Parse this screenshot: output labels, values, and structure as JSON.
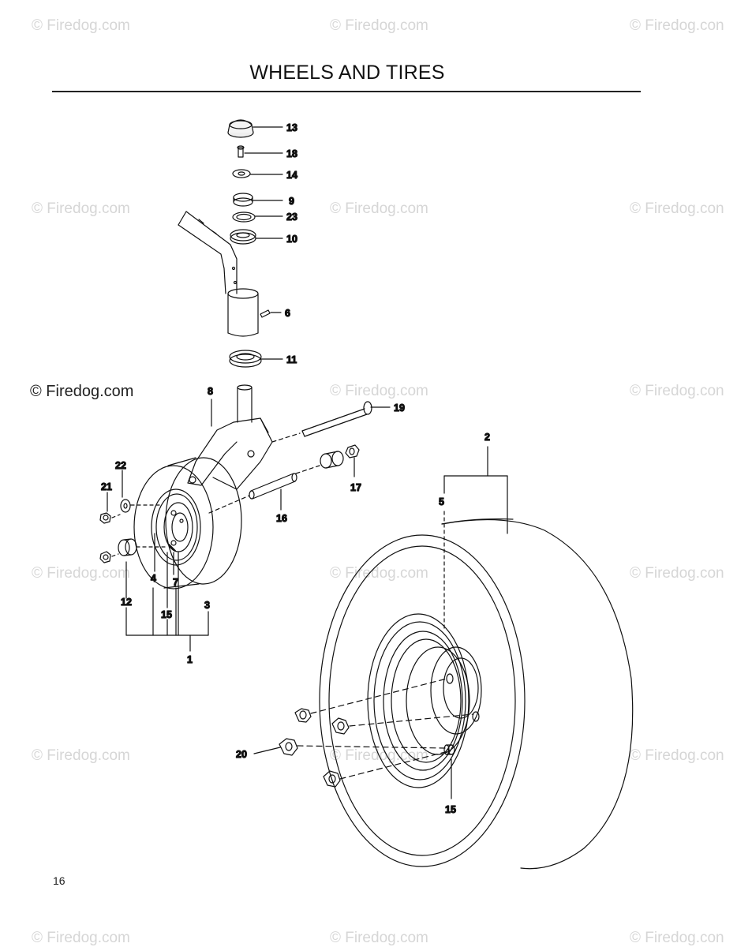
{
  "title": "WHEELS AND TIRES",
  "page_number": "16",
  "watermark_text": "© Firedog.com",
  "watermark_text_cut": "© Firedog.con",
  "callouts": {
    "c13": "13",
    "c18": "18",
    "c14": "14",
    "c9": "9",
    "c23": "23",
    "c10": "10",
    "c6": "6",
    "c11": "11",
    "c8": "8",
    "c19": "19",
    "c2": "2",
    "c5": "5",
    "c22": "22",
    "c21": "21",
    "c17": "17",
    "c16": "16",
    "c4": "4",
    "c7": "7",
    "c12": "12",
    "c15a": "15",
    "c3": "3",
    "c1": "1",
    "c20": "20",
    "c15b": "15"
  },
  "colors": {
    "line": "#111111",
    "watermark": "#d6d6d6",
    "rule": "#222222"
  }
}
